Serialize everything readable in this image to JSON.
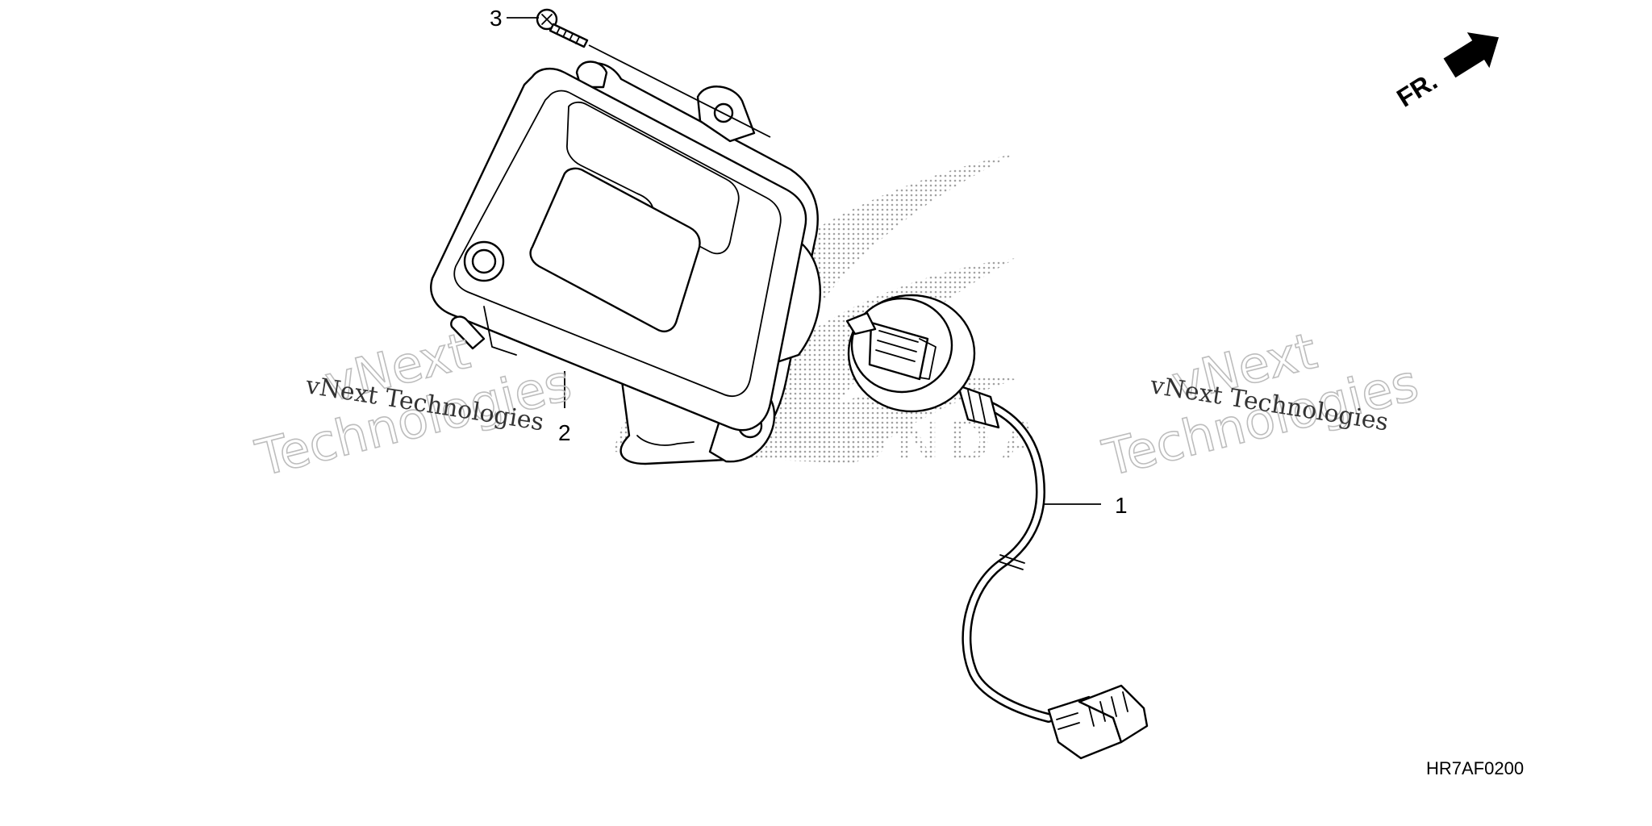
{
  "callouts": {
    "part1": "1",
    "part2": "2",
    "part3": "3"
  },
  "direction_label": "FR.",
  "diagram_code": "HR7AF0200",
  "watermarks": {
    "left_line": "vNext Technologies",
    "left_big_1": "vNext",
    "left_big_2": "Technologies",
    "right_line": "vNext Technologies",
    "right_big_1": "vNext",
    "right_big_2": "Technologies"
  },
  "colors": {
    "line": "#000000",
    "background": "#ffffff",
    "watermark": "#bdbdbd"
  }
}
